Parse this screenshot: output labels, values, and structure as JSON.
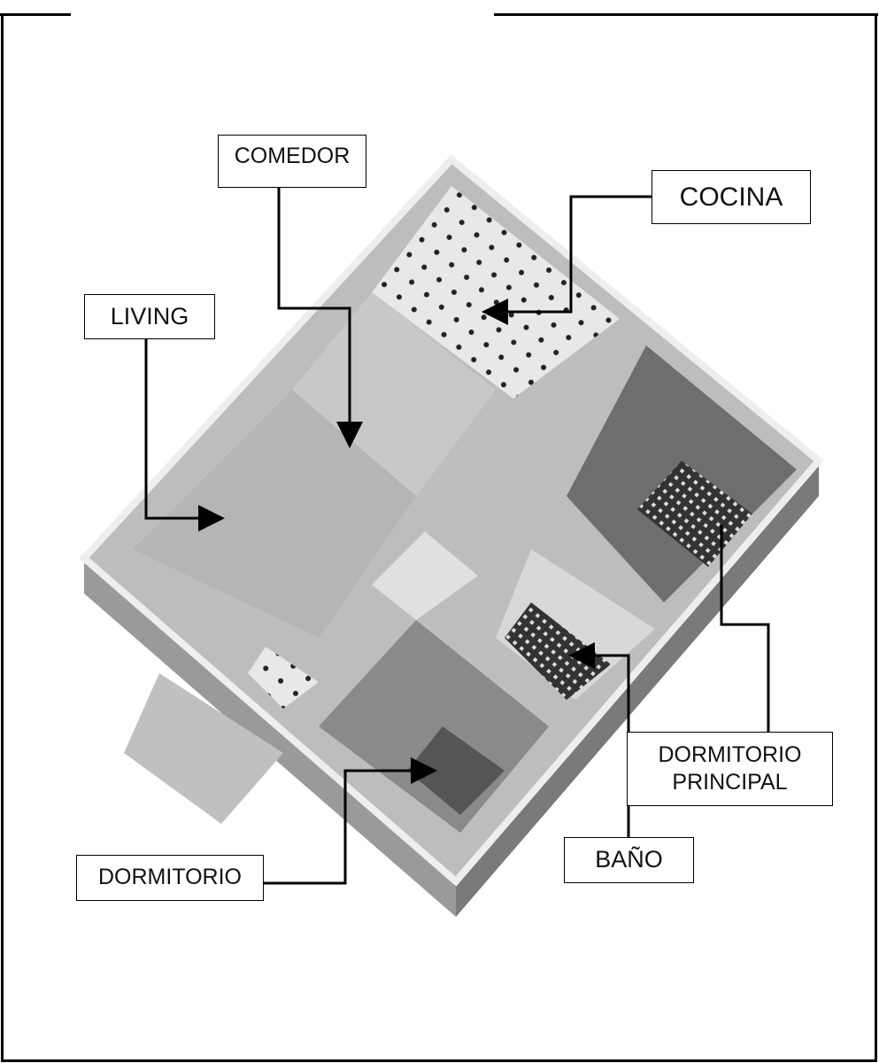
{
  "labels": {
    "comedor": "COMEDOR",
    "cocina": "COCINA",
    "living": "LIVING",
    "dormitorio_principal_line1": "DORMITORIO",
    "dormitorio_principal_line2": "PRINCIPAL",
    "bano": "BAÑO",
    "dormitorio": "DORMITORIO"
  }
}
